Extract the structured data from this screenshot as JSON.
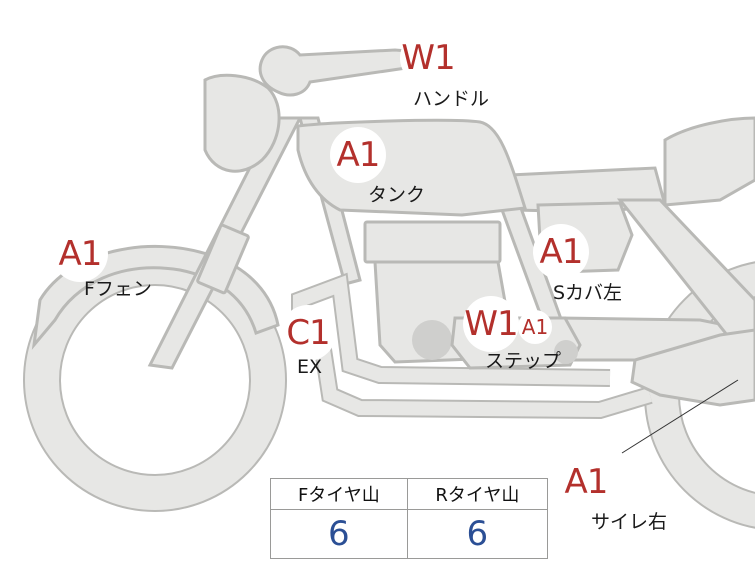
{
  "parts": [
    {
      "id": "handle",
      "grade": "W1",
      "label": "ハンドル"
    },
    {
      "id": "tank",
      "grade": "A1",
      "label": "タンク"
    },
    {
      "id": "ffender",
      "grade": "A1",
      "label": "Fフェン"
    },
    {
      "id": "scover",
      "grade": "A1",
      "label": "Sカバ左"
    },
    {
      "id": "exhaust",
      "grade": "C1",
      "label": "EX"
    },
    {
      "id": "step",
      "grade": "W1",
      "grade2": "A1",
      "label": "ステップ"
    },
    {
      "id": "silencer",
      "grade": "A1",
      "label": "サイレ右"
    }
  ],
  "tires": {
    "front_header": "Fタイヤ山",
    "rear_header": "Rタイヤ山",
    "front_value": "6",
    "rear_value": "6"
  },
  "colors": {
    "grade": "#b3302c",
    "tire_value": "#2b4f95",
    "part_fill": "#e7e7e5",
    "part_stroke": "#b9b9b6"
  }
}
